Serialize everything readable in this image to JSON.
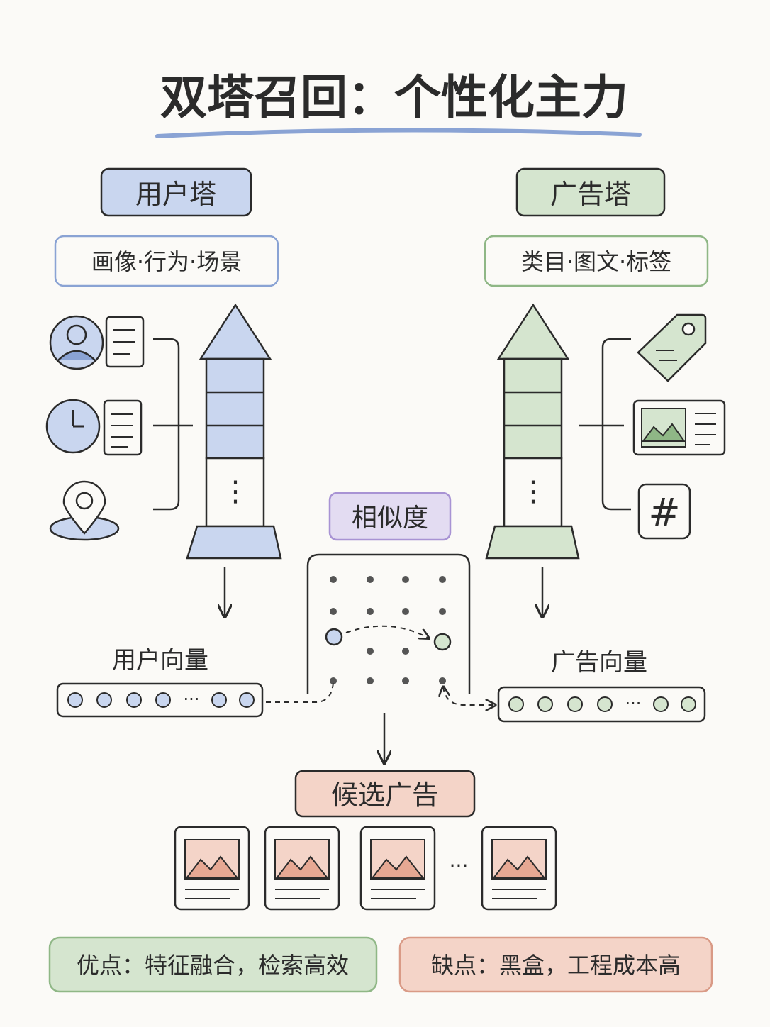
{
  "title": "双塔召回：个性化主力",
  "user_tower": {
    "label": "用户塔",
    "features": "画像·行为·场景",
    "vector_label": "用户向量",
    "icons": [
      "user-profile-icon",
      "clock-icon",
      "location-pin-icon"
    ]
  },
  "ad_tower": {
    "label": "广告塔",
    "features": "类目·图文·标签",
    "vector_label": "广告向量",
    "icons": [
      "tag-icon",
      "image-card-icon",
      "hashtag-icon"
    ]
  },
  "similarity": {
    "label": "相似度"
  },
  "candidates": {
    "label": "候选广告",
    "ellipsis": "···"
  },
  "vector_ellipsis": "···",
  "tower_ellipsis": "⋮",
  "hashtag": "#",
  "pros": "优点：特征融合，检索高效",
  "cons": "缺点：黑盒，工程成本高",
  "colors": {
    "blue": "#c9d6ef",
    "blue_border": "#8aa3d4",
    "green": "#d5e5cf",
    "green_border": "#8fb786",
    "purple": "#e3dcf2",
    "purple_border": "#a893d4",
    "red": "#f4d4c8",
    "red_border": "#d99a86",
    "ink": "#2b2b2b"
  }
}
